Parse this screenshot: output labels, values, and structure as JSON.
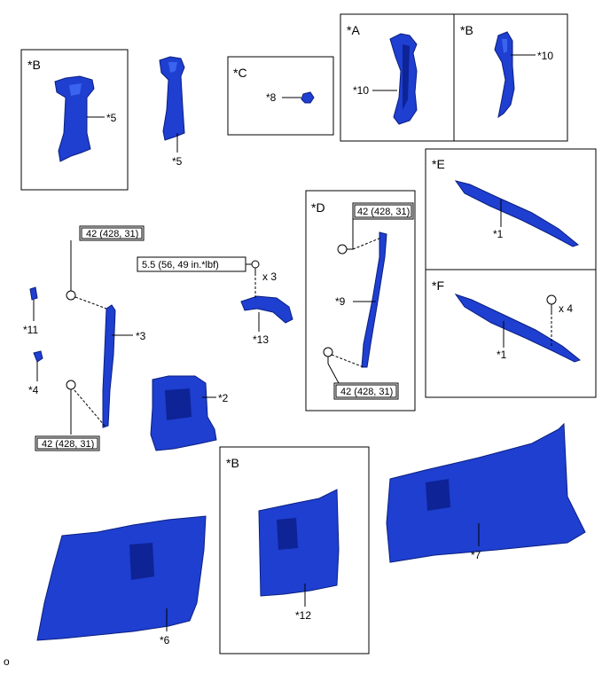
{
  "view_labels": {
    "A": "*A",
    "B": "*B",
    "C": "*C",
    "D": "*D",
    "E": "*E",
    "F": "*F"
  },
  "part_labels": {
    "p1": "*1",
    "p2": "*2",
    "p3": "*3",
    "p4": "*4",
    "p5": "*5",
    "p6": "*6",
    "p7": "*7",
    "p8": "*8",
    "p9": "*9",
    "p10": "*10",
    "p11": "*11",
    "p12": "*12",
    "p13": "*13"
  },
  "torque": {
    "bolt_42": "42 (428, 31)",
    "screw_5_5": "5.5 (56, 49 in.*lbf)"
  },
  "quantity": {
    "x3": "x 3",
    "x4": "x 4"
  },
  "corner_mark": "o",
  "colors": {
    "part_blue": "#1e3fd0",
    "outline": "#000000"
  }
}
